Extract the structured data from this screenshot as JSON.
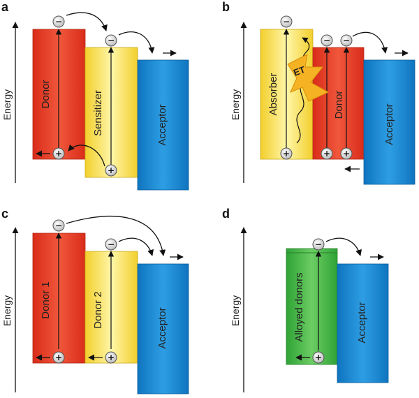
{
  "panels": {
    "a": {
      "label": "a",
      "axis": "Energy",
      "donor": "Donor",
      "sensitizer": "Sensitizer",
      "acceptor": "Acceptor"
    },
    "b": {
      "label": "b",
      "axis": "Energy",
      "absorber": "Absorber",
      "donor": "Donor",
      "acceptor": "Acceptor",
      "et": "ET"
    },
    "c": {
      "label": "c",
      "axis": "Energy",
      "donor1": "Donor 1",
      "donor2": "Donor 2",
      "acceptor": "Acceptor"
    },
    "d": {
      "label": "d",
      "axis": "Energy",
      "alloyed": "Alloyed donors",
      "acceptor": "Acceptor"
    }
  },
  "symbols": {
    "electron": "−",
    "hole": "+"
  },
  "colors": {
    "donor": "#e8412b",
    "sensitizer": "#f6dd3f",
    "acceptor": "#1a8ad4",
    "alloyed": "#45b549"
  }
}
